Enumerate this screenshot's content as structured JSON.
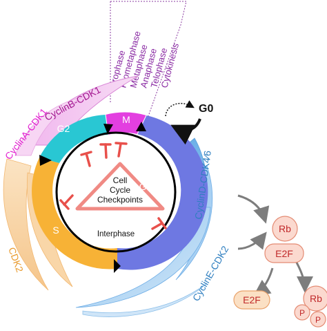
{
  "phases": {
    "g1": "G1",
    "s": "S",
    "g2": "G2",
    "m": "M",
    "g0": "G0"
  },
  "center": {
    "line1": "Cell",
    "line2": "Cycle",
    "line3": "Checkpoints",
    "interphase": "Interphase"
  },
  "mitosis_stages": [
    "Prophase",
    "Prometaphase",
    "Metaphase",
    "Anaphase",
    "Telophase",
    "Cytokinesis"
  ],
  "cyclins": {
    "a_cdk1": "CyclinA-CDK1",
    "b_cdk1": "CyclinB-CDK1",
    "d_cdk46": "CyclinD-CDK4⁄6",
    "e_cdk2": "CyclinE-CDK2",
    "a_cdk2_fragment": "CDK2"
  },
  "pathway": {
    "rb": "Rb",
    "e2f_bound": "E2F",
    "e2f_free": "E2F",
    "rb_phos": "Rb",
    "p1": "P",
    "p2": "P"
  },
  "colors": {
    "g1": "#6e78e2",
    "s": "#f7b236",
    "g2": "#29c7d3",
    "m": "#e33fe0",
    "checkpoint": "#e8504b",
    "cyclin_a_cdk1": "#e21fd0",
    "cyclin_b_cdk1": "#a2158f",
    "cyclin_d": "#2f7fc0",
    "cyclin_e": "#2f7fc0",
    "cdk2_label": "#e99a2c",
    "rb_node": "#fbd9cf"
  }
}
